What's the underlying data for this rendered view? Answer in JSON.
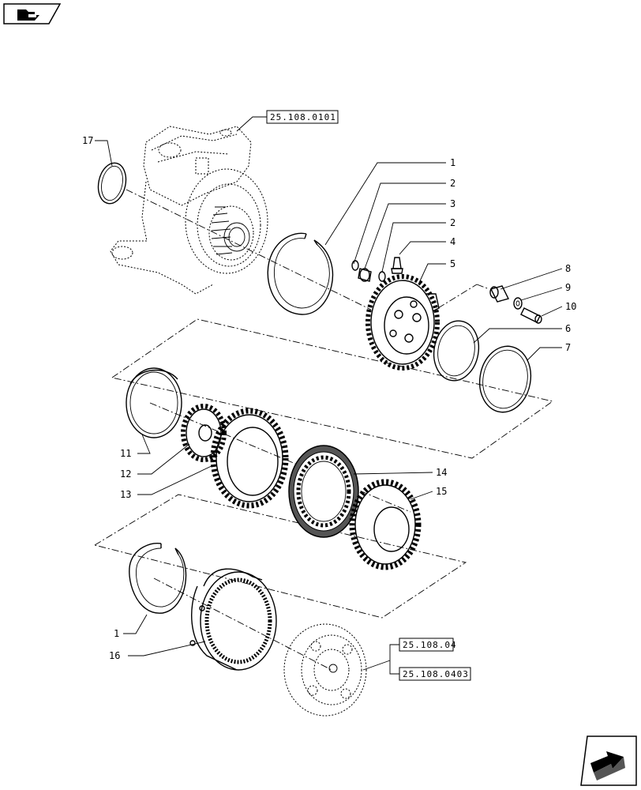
{
  "nav": {
    "top_icon": "folder-back-icon",
    "bottom_icon": "next-page-arrow-icon"
  },
  "references": {
    "r1": "25.108.0101",
    "r2": "25.108.04",
    "r3": "25.108.0403"
  },
  "callouts": {
    "c17": "17",
    "c1a": "1",
    "c2a": "2",
    "c3": "3",
    "c2b": "2",
    "c4": "4",
    "c5": "5",
    "c8": "8",
    "c9": "9",
    "c10": "10",
    "c6": "6",
    "c7": "7",
    "c11": "11",
    "c12": "12",
    "c13": "13",
    "c14": "14",
    "c15": "15",
    "c1b": "1",
    "c16": "16"
  }
}
